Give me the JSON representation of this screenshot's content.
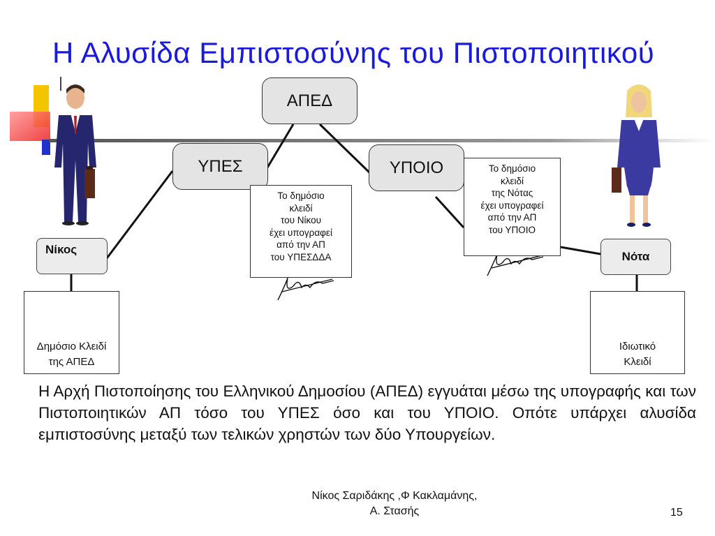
{
  "slide": {
    "title": "Η Αλυσίδα Εμπιστοσύνης του Πιστοποιητικού",
    "nodes": {
      "root": "ΑΠΕΔ",
      "left": "ΥΠΕΣ",
      "right": "ΥΠΟΙΟ"
    },
    "certificates": {
      "left": [
        "Το δημόσιο",
        "κλειδί",
        "του Νίκου",
        "έχει υπογραφεί",
        "από την ΑΠ",
        "του ΥΠΕΣΔΔΑ"
      ],
      "right": [
        "Το δημόσιο",
        "κλειδί",
        "της Νότας",
        "έχει υπογραφεί",
        "από την ΑΠ",
        "του ΥΠΟΙΟ"
      ]
    },
    "users": {
      "left_name": "Νίκος",
      "right_name": "Νότα"
    },
    "keys": {
      "left": [
        "Δημόσιο Κλειδί",
        "της ΑΠΕΔ"
      ],
      "right": [
        "Ιδιωτικό",
        "Κλειδί"
      ]
    },
    "paragraph": "Η Αρχή Πιστοποίησης του Ελληνικού Δημοσίου (ΑΠΕΔ) εγγυάται μέσω της υπογραφής και των Πιστοποιητικών ΑΠ τόσο του ΥΠΕΣ όσο και του ΥΠΟΙΟ. Οπότε υπάρχει αλυσίδα εμπιστοσύνης μεταξύ των τελικών χρηστών των δύο Υπουργείων.",
    "footer": {
      "authors_line1": "Νίκος Σαριδάκης ,Φ Κακλαμάνης,",
      "authors_line2": "Α. Στασής",
      "page_number": "15"
    }
  },
  "colors": {
    "title": "#1a1adc",
    "key": "#5b6fd6",
    "suit_man": "#26266e",
    "suit_woman": "#3a3aa0",
    "box_fill": "#e4e4e4",
    "accent_yellow": "#f5c400",
    "accent_red": "#ee3030",
    "accent_blue": "#2233cc"
  }
}
